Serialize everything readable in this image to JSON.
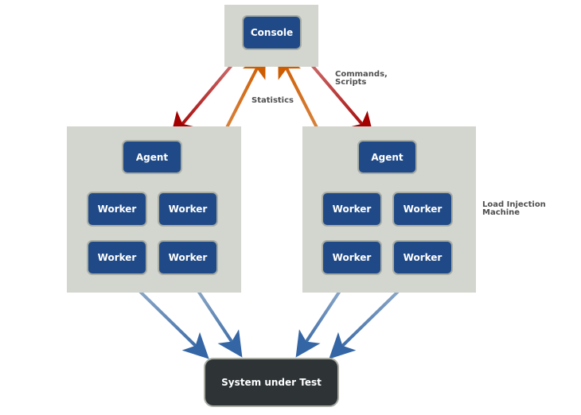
{
  "diagram": {
    "console": {
      "label": "Console"
    },
    "machines": [
      {
        "agent": {
          "label": "Agent"
        },
        "workers": [
          {
            "label": "Worker"
          },
          {
            "label": "Worker"
          },
          {
            "label": "Worker"
          },
          {
            "label": "Worker"
          }
        ]
      },
      {
        "agent": {
          "label": "Agent"
        },
        "workers": [
          {
            "label": "Worker"
          },
          {
            "label": "Worker"
          },
          {
            "label": "Worker"
          },
          {
            "label": "Worker"
          }
        ]
      }
    ],
    "system_under_test": {
      "label": "System under Test"
    },
    "annotations": {
      "commands": "Commands,\nScripts",
      "statistics": "Statistics",
      "load_injection": "Load Injection\nMachine"
    },
    "colors": {
      "commands_arrow": "#a40000",
      "statistics_arrow": "#ce5c00",
      "load_arrow": "#3465a4",
      "node_fill": "#204a87",
      "sut_fill": "#2e3436",
      "container_fill": "#d3d6ce"
    }
  }
}
